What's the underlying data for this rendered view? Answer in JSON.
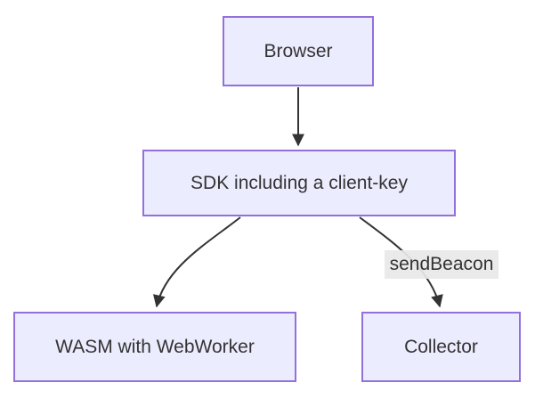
{
  "diagram": {
    "type": "flowchart",
    "background_color": "#ffffff",
    "node_fill_color": "#ECECFF",
    "node_border_color": "#9370DB",
    "text_color": "#333333",
    "edge_color": "#333333",
    "edge_label_background_color": "#e8e8e8",
    "nodes": [
      {
        "id": "browser",
        "label": "Browser"
      },
      {
        "id": "sdk",
        "label": "SDK including a client-key"
      },
      {
        "id": "wasm",
        "label": "WASM with WebWorker"
      },
      {
        "id": "collector",
        "label": "Collector"
      }
    ],
    "edges": [
      {
        "from": "browser",
        "to": "sdk",
        "label": ""
      },
      {
        "from": "sdk",
        "to": "wasm",
        "label": ""
      },
      {
        "from": "sdk",
        "to": "collector",
        "label": "sendBeacon"
      }
    ]
  }
}
